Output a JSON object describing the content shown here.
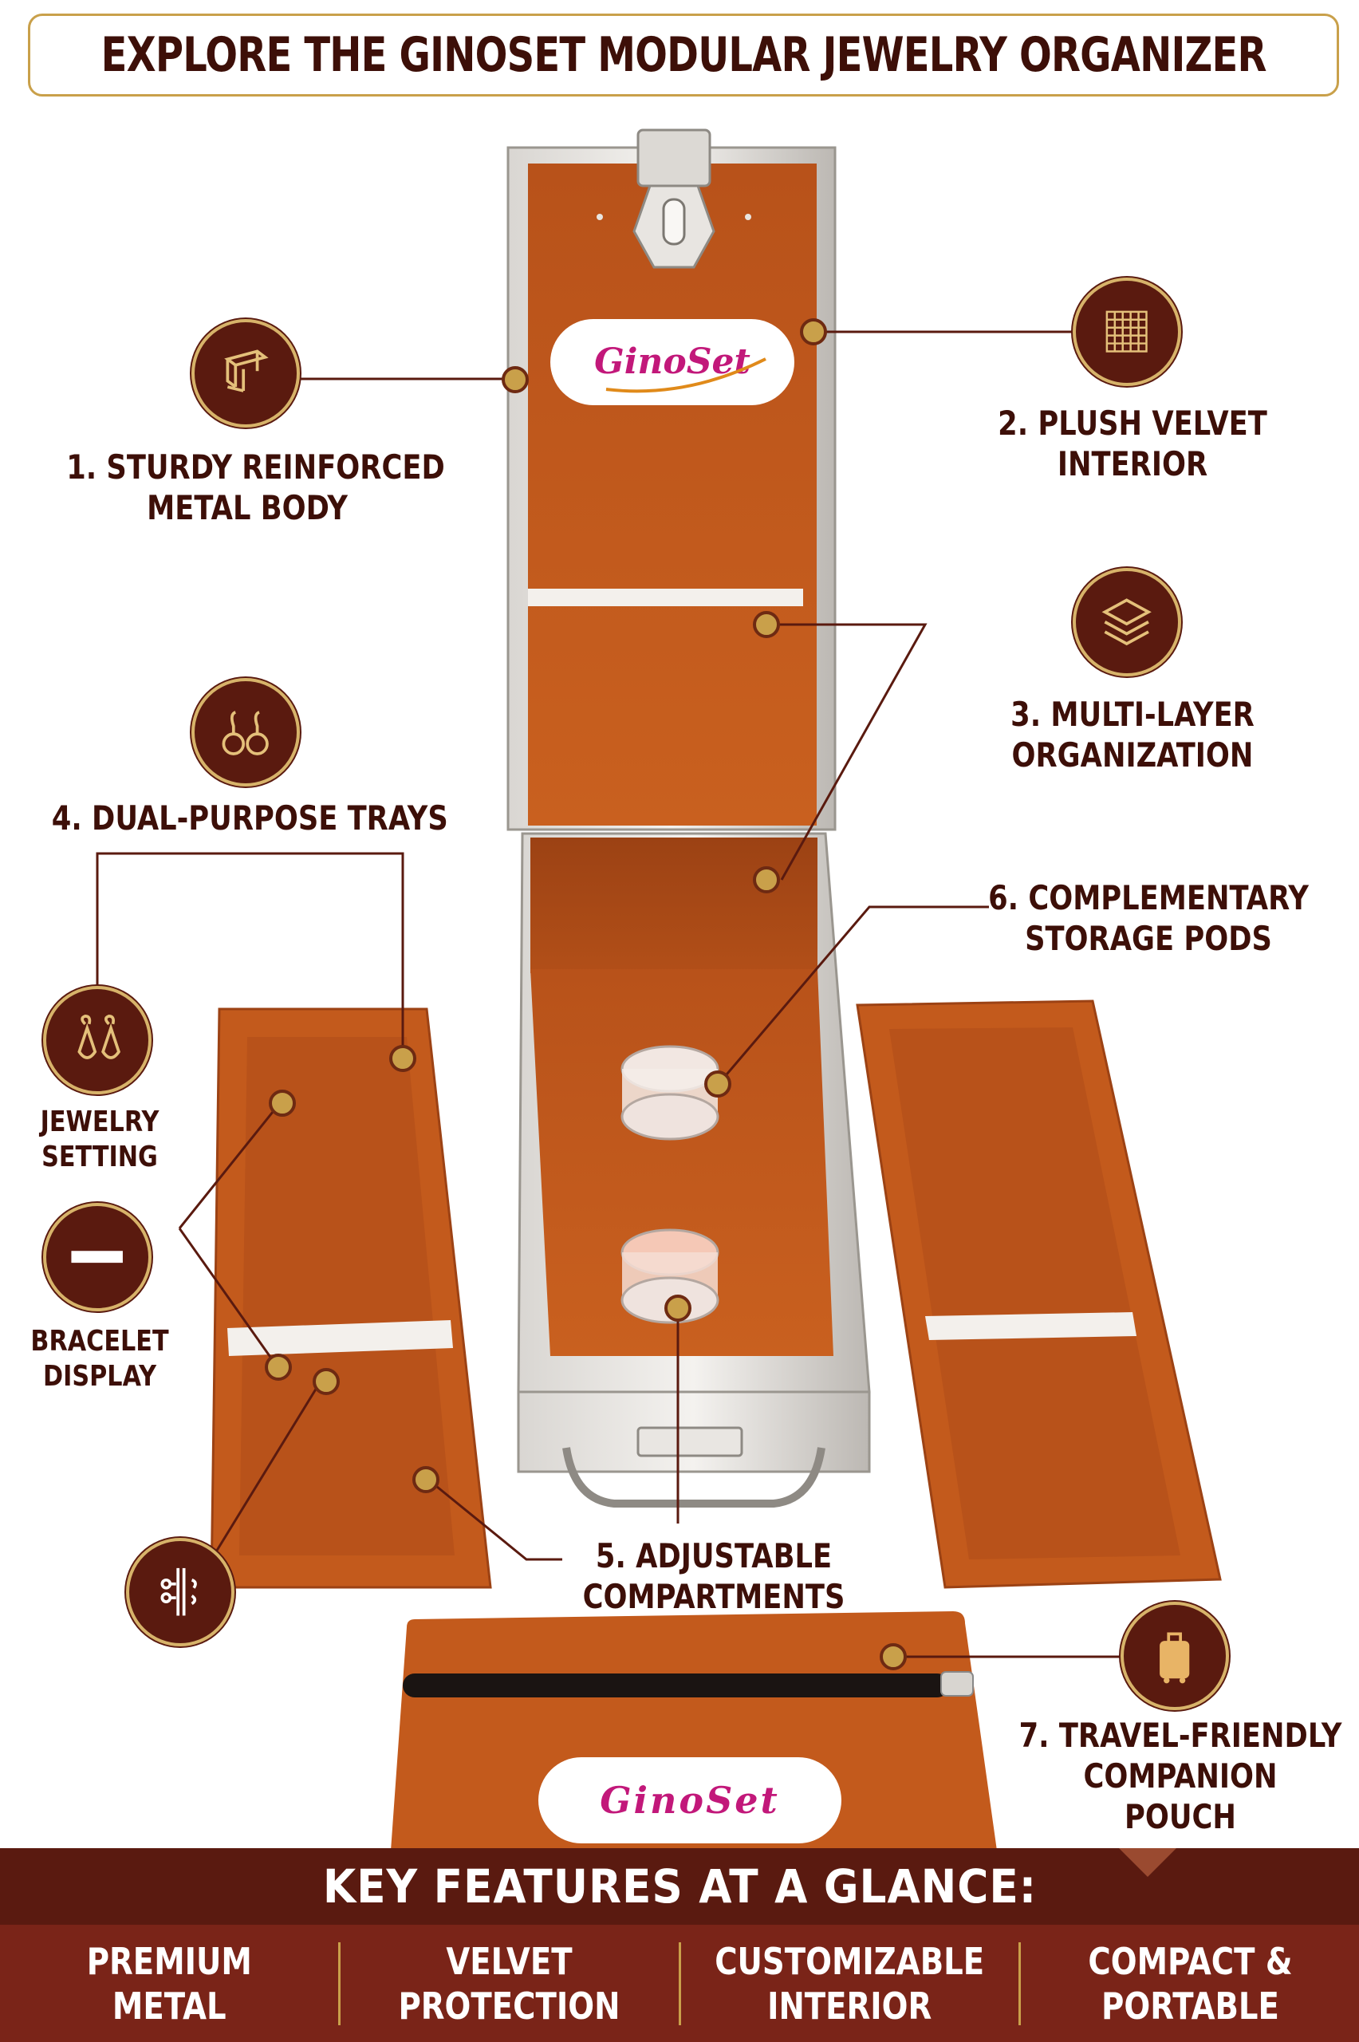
{
  "title": "EXPLORE THE GINOSET MODULAR JEWELRY ORGANIZER",
  "brand_logo": "GinoSet",
  "colors": {
    "primary_dark": "#3d0f08",
    "accent_gold": "#c9a04a",
    "velvet_orange": "#c35a1c",
    "footer_bg": "#7a2418"
  },
  "features": [
    {
      "line1": "1. STURDY REINFORCED",
      "line2": "METAL BODY",
      "icon": "metal-beam-icon"
    },
    {
      "line1": "2. PLUSH VELVET",
      "line2": "INTERIOR",
      "icon": "velvet-texture-icon"
    },
    {
      "line1": "3. MULTI-LAYER",
      "line2": "ORGANIZATION",
      "icon": "layers-icon"
    },
    {
      "line1": "4. DUAL-PURPOSE TRAYS",
      "icon": "earrings-icon"
    },
    {
      "line1": "5. ADJUSTABLE",
      "line2": "COMPARTMENTS",
      "icon": "adjustable-slots-icon"
    },
    {
      "line1": "6. COMPLEMENTARY",
      "line2": "STORAGE PODS"
    },
    {
      "line1": "7. TRAVEL-FRIENDLY",
      "line2": "COMPANION",
      "line3": "POUCH",
      "icon": "luggage-icon"
    }
  ],
  "sub_features": [
    {
      "line1": "JEWELRY",
      "line2": "SETTING",
      "icon": "drop-earrings-icon"
    },
    {
      "line1": "BRACELET",
      "line2": "DISPLAY",
      "icon": "bracelet-bar-icon"
    }
  ],
  "footer": {
    "heading": "KEY FEATURES AT A GLANCE:",
    "items": [
      {
        "line1": "PREMIUM",
        "line2": "METAL"
      },
      {
        "line1": "VELVET",
        "line2": "PROTECTION"
      },
      {
        "line1": "CUSTOMIZABLE",
        "line2": "INTERIOR"
      },
      {
        "line1": "COMPACT &",
        "line2": "PORTABLE"
      }
    ]
  }
}
